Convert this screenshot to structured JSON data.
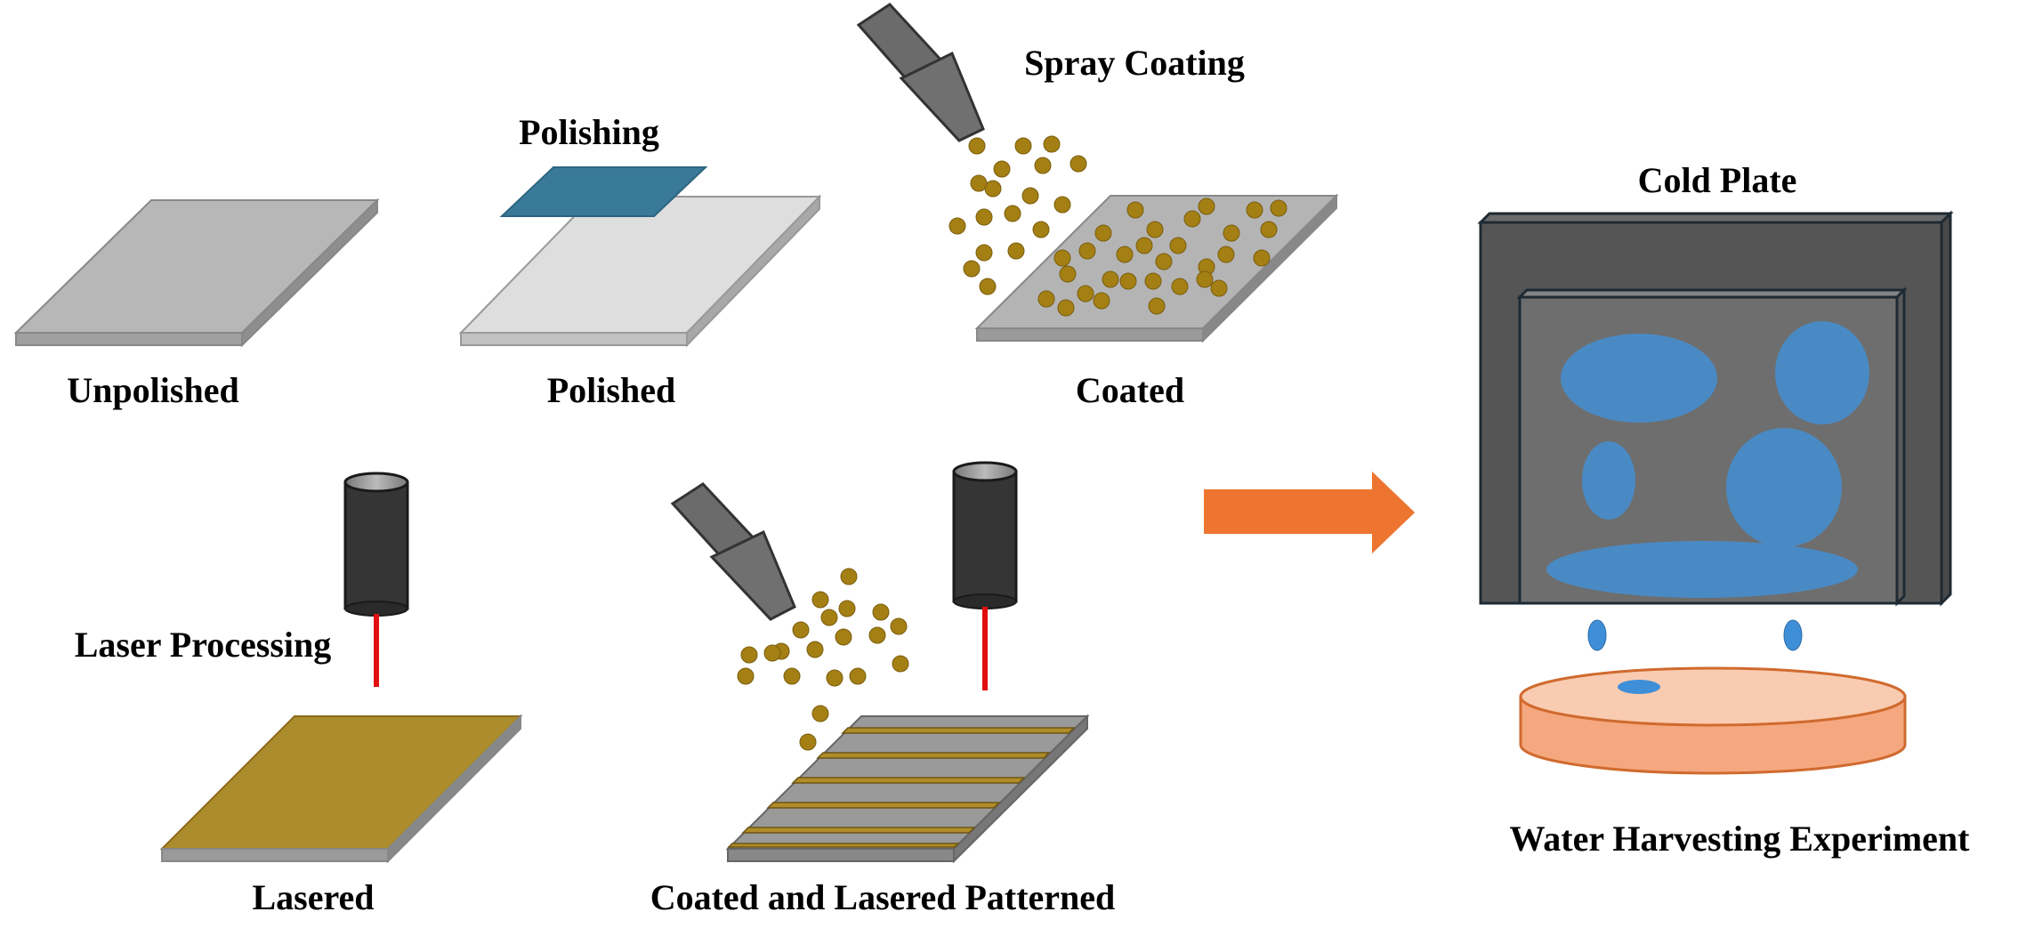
{
  "labels": {
    "unpolished": "Unpolished",
    "polishing": "Polishing",
    "polished": "Polished",
    "spray_coating": "Spray Coating",
    "coated": "Coated",
    "laser_processing": "Laser Processing",
    "lasered": "Lasered",
    "coated_lasered": "Coated and Lasered Patterned",
    "cold_plate": "Cold Plate",
    "water_harvesting": "Water Harvesting Experiment"
  },
  "colors": {
    "plate_unpolished": "#b7b7b7",
    "plate_polished": "#dedede",
    "plate_coated": "#b4b4b4",
    "polishing_pad": "#3a7a99",
    "particle": "#a47f14",
    "laser_plate": "#ac8c2c",
    "laser_beam": "#e01010",
    "laser_head": "#353535",
    "nozzle": "#707070",
    "arrow": "#ed7530",
    "cold_plate_frame": "#555555",
    "cold_plate_inner": "#6e6e6e",
    "droplet": "#4a8ac4",
    "dish": "#f5a87f"
  }
}
